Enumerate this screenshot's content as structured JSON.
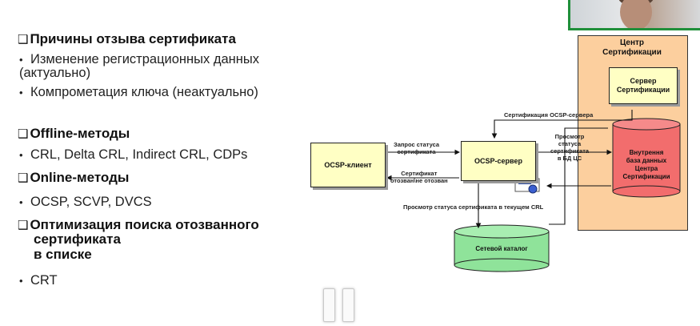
{
  "slide": {
    "title_fragment": "…",
    "sections": [
      {
        "heading": "Причины отзыва сертификата"
      },
      {
        "heading": "Offline-методы"
      },
      {
        "heading": "Online-методы"
      },
      {
        "heading_lines": [
          "Оптимизация поиска отозванного",
          "сертификата",
          "в списке"
        ]
      }
    ],
    "bullets": {
      "reasons_1a": "Изменение регистрационных данных",
      "reasons_1b": "(актуально)",
      "reasons_2": "Компрометация ключа (неактуально)",
      "offline": "CRL, Delta CRL, Indirect CRL, CDPs",
      "online": "OCSP, SCVP, DVCS",
      "optimization": "CRT"
    },
    "bullet_glyph": "•",
    "checkbox_glyph": "❑"
  },
  "diagram": {
    "cert_center_label": [
      "Центр",
      "Сертификации"
    ],
    "cert_server": [
      "Сервер",
      "Сертификации"
    ],
    "internal_db": [
      "Внутрення",
      "база данных",
      "Центра",
      "Сертификации"
    ],
    "ocsp_client": "OCSP-клиент",
    "ocsp_server": "OCSP-сервер",
    "network_catalog": "Сетевой каталог",
    "arrow_labels": {
      "certification": "Сертификация OCSP-сервера",
      "status_request": [
        "Запрос статуса",
        "сертификата"
      ],
      "cert_revoked": [
        "Сертификат",
        "отозван\\не отозван"
      ],
      "view_status_db": [
        "Просмотр",
        "статуса",
        "сертификата",
        "в БД ЦС"
      ],
      "view_status_crl": "Просмотр статуса сертификата в текущем CRL"
    },
    "colors": {
      "cert_center_fill": "#fccf9e",
      "box_fill": "#ffffc4",
      "db_fill": "#f26d6d",
      "catalog_fill": "#8fe39a"
    }
  },
  "player": {
    "pause_icon": "pause-icon"
  }
}
